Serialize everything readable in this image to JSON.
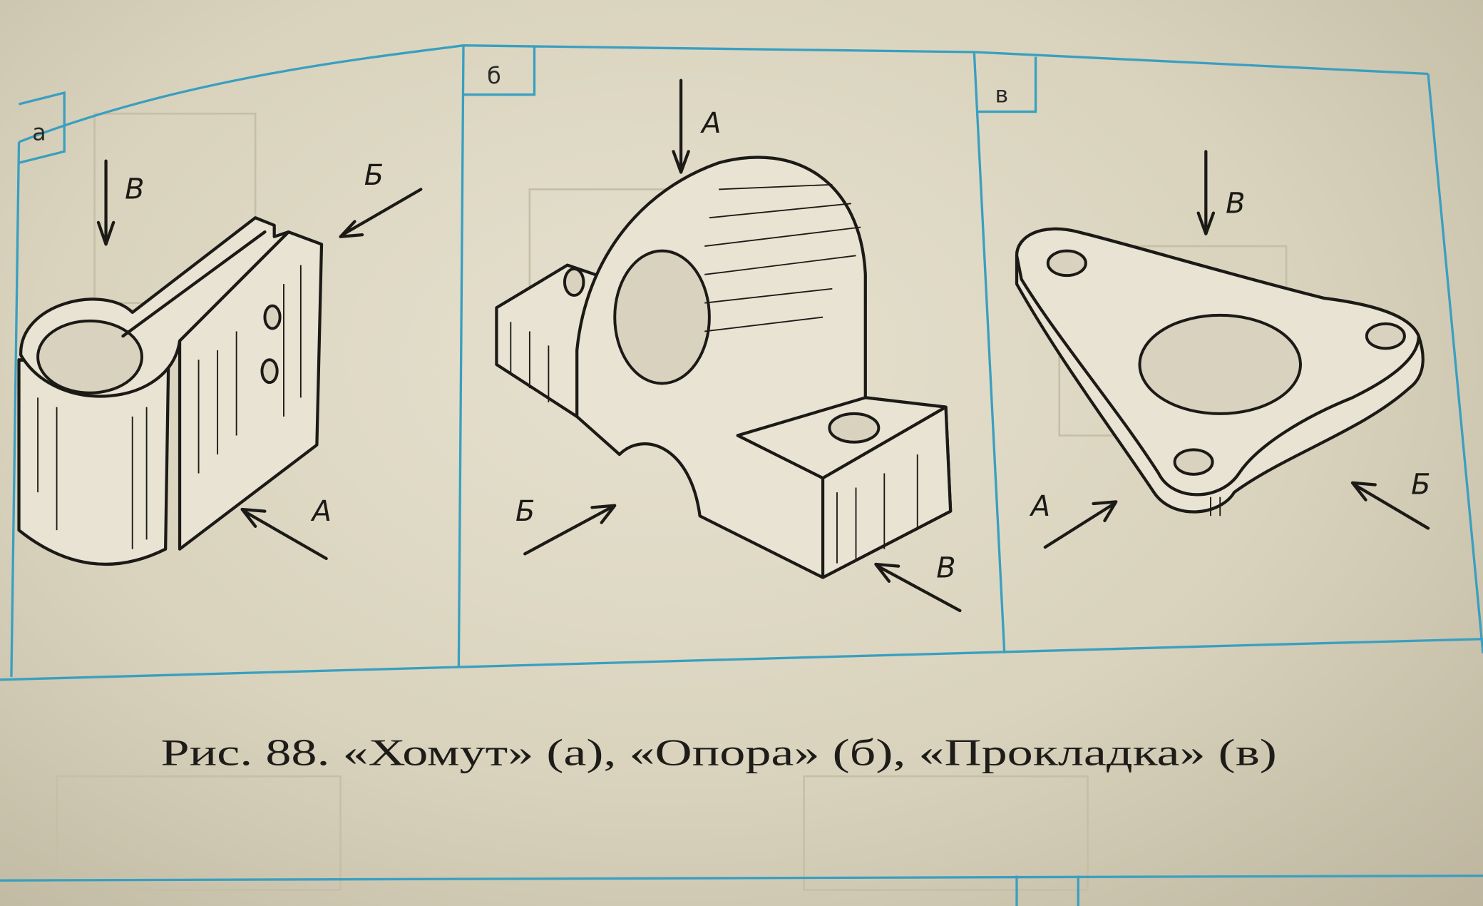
{
  "panels": [
    {
      "id": "a",
      "label": "а",
      "title": "Хомут",
      "arrows": {
        "top": "В",
        "right": "Б",
        "front": "А"
      }
    },
    {
      "id": "b",
      "label": "б",
      "title": "Опора",
      "arrows": {
        "top": "А",
        "left": "Б",
        "right": "В"
      }
    },
    {
      "id": "c",
      "label": "в",
      "title": "Прокладка",
      "arrows": {
        "top": "В",
        "left": "А",
        "right": "Б"
      }
    }
  ],
  "caption": "Рис. 88. «Хомут» (а), «Опора» (б), «Прокладка» (в)",
  "colors": {
    "frame": "#3a9fc0",
    "ink": "#1c1a17",
    "paper": "#e0dac6"
  }
}
